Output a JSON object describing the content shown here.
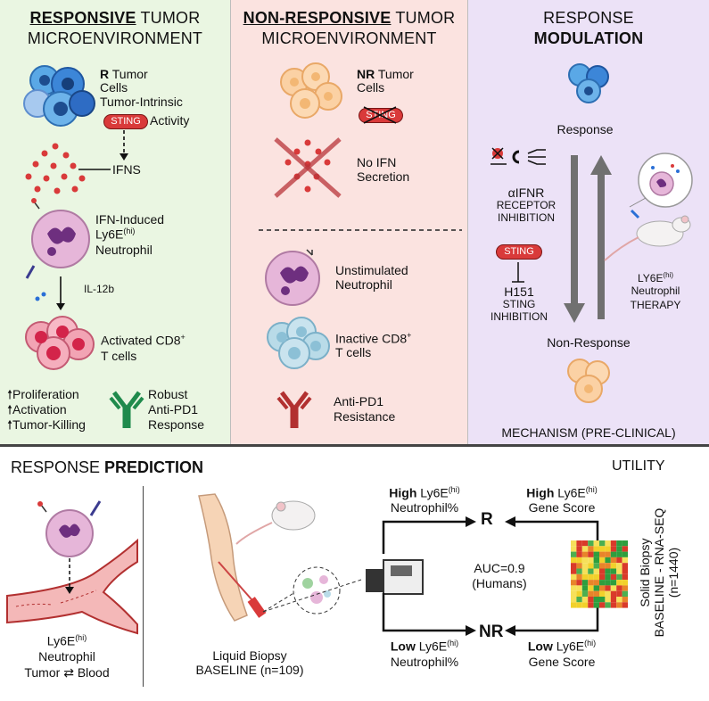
{
  "panels": {
    "responsive": {
      "title_bold": "RESPONSIVE",
      "title_rest": " TUMOR",
      "title_line2": "MICROENVIRONMENT",
      "tumor_bold": "R",
      "tumor_rest": " Tumor",
      "tumor_line2": "Cells",
      "tumor_line3": "Tumor-Intrinsic",
      "sting": "STING",
      "activity": "Activity",
      "ifns": "IFNS",
      "neut_line1": "IFN-Induced",
      "neut_line2": "Ly6E",
      "neut_sup": "(hi)",
      "neut_line3": "Neutrophil",
      "il12": "IL-12b",
      "cd8_line1": "Activated CD8",
      "cd8_sup": "+",
      "cd8_line2": "T cells",
      "proliferation": "Proliferation",
      "activation": "Activation",
      "tumor_killing": "Tumor-Killing",
      "robust1": "Robust",
      "robust2": "Anti-PD1",
      "robust3": "Response"
    },
    "nonresponsive": {
      "title_bold": "NON-RESPONSIVE",
      "title_rest": " TUMOR",
      "title_line2": "MICROENVIRONMENT",
      "tumor_bold": "NR",
      "tumor_rest": " Tumor",
      "tumor_line2": "Cells",
      "sting": "STING",
      "noifn1": "No IFN",
      "noifn2": "Secretion",
      "unstim1": "Unstimulated",
      "unstim2": "Neutrophil",
      "inactive1": "Inactive CD8",
      "inactive_sup": "+",
      "inactive2": "T cells",
      "resist1": "Anti-PD1",
      "resist2": "Resistance"
    },
    "modulation": {
      "title_line1": "RESPONSE",
      "title_line2": "MODULATION",
      "response": "Response",
      "aifnr1": "αIFNR",
      "aifnr2": "RECEPTOR",
      "aifnr3": "INHIBITION",
      "sting": "STING",
      "h151_1": "H151",
      "h151_2": "STING",
      "h151_3": "INHIBITION",
      "therapy1": "LY6E",
      "therapy_sup": "(hi)",
      "therapy2": "Neutrophil",
      "therapy3": "THERAPY",
      "nonresponse": "Non-Response",
      "mechanism": "MECHANISM (PRE-CLINICAL)"
    }
  },
  "bottom": {
    "title_normal": "RESPONSE ",
    "title_bold": "PREDICTION",
    "utility": "UTILITY",
    "left_l1": "Ly6E",
    "left_sup": "(hi)",
    "left_l2": "Neutrophil",
    "left_l3a": "Tumor",
    "left_l3arrow": "⇄",
    "left_l3b": "Blood",
    "liquid1": "Liquid Biopsy",
    "liquid2": "BASELINE (n=109)",
    "high_bold": "High",
    "high_rest": " Ly6E",
    "high_sup": "(hi)",
    "high_neut": "Neutrophil%",
    "high_gene_bold": "High",
    "high_gene_rest": " Ly6E",
    "high_gene_sup": "(hi)",
    "high_gene2": "Gene Score",
    "r_label": "R",
    "nr_label": "NR",
    "auc1": "AUC=0.9",
    "auc2": "(Humans)",
    "low_bold": "Low",
    "low_rest": " Ly6E",
    "low_sup": "(hi)",
    "low_neut": "Neutrophil%",
    "low_gene_bold": "Low",
    "low_gene_rest": " Ly6E",
    "low_gene_sup": "(hi)",
    "low_gene2": "Gene Score",
    "solid1": "Solid Biopsy",
    "solid2": "BASELINE - RNA-SEQ",
    "solid3": "(n=1440)"
  },
  "colors": {
    "green_panel": "#eaf6e2",
    "red_panel": "#fbe3e0",
    "purple_panel": "#ece2f7",
    "sting_red": "#d93a3a",
    "antibody_green": "#1f8a4c",
    "antibody_red": "#b23030"
  }
}
